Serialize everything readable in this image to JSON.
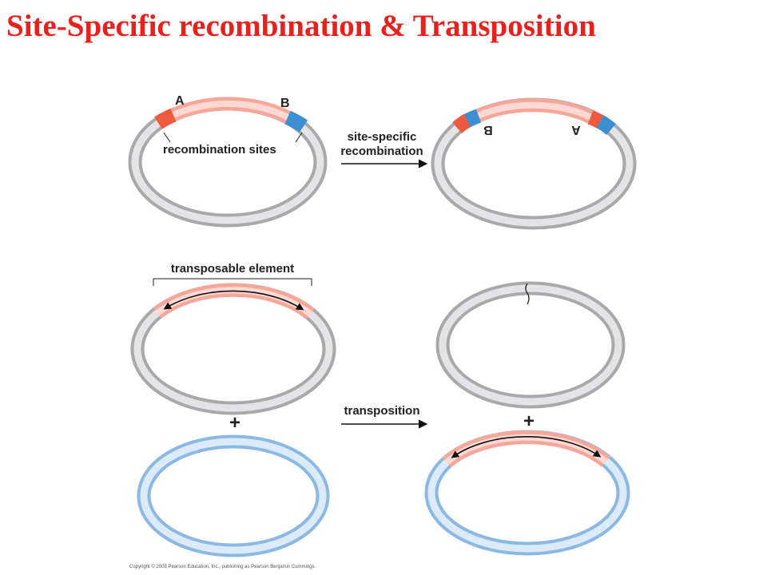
{
  "title": "Site-Specific recombination & Transposition",
  "labels": {
    "site_a": "A",
    "site_b": "B",
    "recombination_sites": "recombination sites",
    "site_specific_line1": "site-specific",
    "site_specific_line2": "recombination",
    "transposable_element": "transposable element",
    "transposition": "transposition",
    "plus": "+",
    "copyright": "Copyright © 2008 Pearson Education, Inc., publishing as Pearson Benjamin Cummings."
  },
  "colors": {
    "title": "#e8211d",
    "gray_ring": "#a9a9ab",
    "gray_ring_light": "#e4e4e6",
    "blue_ring": "#8cb8e4",
    "blue_ring_light": "#dcebfa",
    "element_pink": "#f6a79a",
    "element_pink_light": "#fcd9d2",
    "site_red": "#ee5a40",
    "site_blue": "#3c8fd0",
    "arrow": "#111111"
  }
}
